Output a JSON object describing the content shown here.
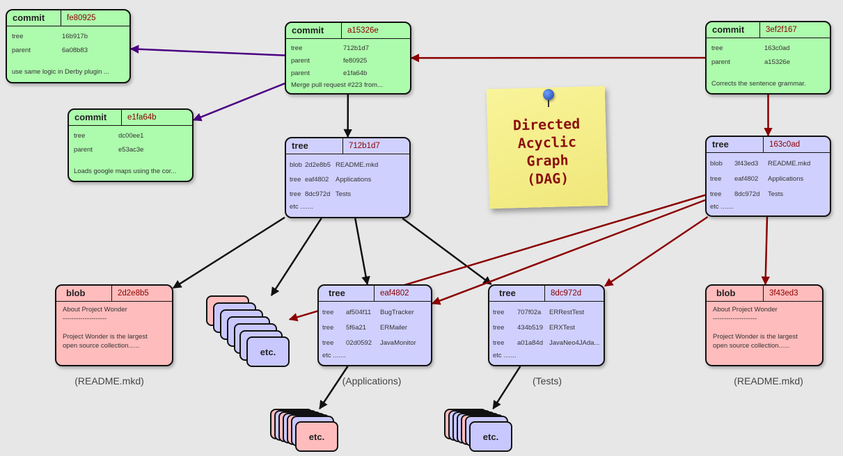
{
  "commits": [
    {
      "id": "c_fe80925",
      "kind": "commit",
      "hash": "fe80925",
      "rows": [
        [
          "tree",
          "16b917b"
        ],
        [
          "parent",
          "6a08b83"
        ]
      ],
      "message": "use same logic in Derby plugin ..."
    },
    {
      "id": "c_e1fa64b",
      "kind": "commit",
      "hash": "e1fa64b",
      "rows": [
        [
          "tree",
          "dc00ee1"
        ],
        [
          "parent",
          "e53ac3e"
        ]
      ],
      "message": "Loads google maps using the cor..."
    },
    {
      "id": "c_a15326e",
      "kind": "commit",
      "hash": "a15326e",
      "rows": [
        [
          "tree",
          "712b1d7"
        ],
        [
          "parent",
          "fe80925"
        ],
        [
          "parent",
          "e1fa64b"
        ]
      ],
      "message": "Merge pull request #223 from..."
    },
    {
      "id": "c_3ef2f167",
      "kind": "commit",
      "hash": "3ef2f167",
      "rows": [
        [
          "tree",
          "163c0ad"
        ],
        [
          "parent",
          "a15326e"
        ]
      ],
      "message": "Corrects the sentence grammar."
    }
  ],
  "trees": [
    {
      "id": "t_712b1d7",
      "kind": "tree",
      "hash": "712b1d7",
      "rows": [
        [
          "blob",
          "2d2e8b5",
          "README.mkd"
        ],
        [
          "tree",
          "eaf4802",
          "Applications"
        ],
        [
          "tree",
          "8dc972d",
          "Tests"
        ]
      ],
      "etc": "etc ......."
    },
    {
      "id": "t_163c0ad",
      "kind": "tree",
      "hash": "163c0ad",
      "rows": [
        [
          "blob",
          "3f43ed3",
          "README.mkd"
        ],
        [
          "tree",
          "eaf4802",
          "Applications"
        ],
        [
          "tree",
          "8dc972d",
          "Tests"
        ]
      ],
      "etc": "etc ......."
    },
    {
      "id": "t_eaf4802",
      "kind": "tree",
      "hash": "eaf4802",
      "rows": [
        [
          "tree",
          "af504f11",
          "BugTracker"
        ],
        [
          "tree",
          "5f6a21",
          "ERMailer"
        ],
        [
          "tree",
          "02d0592",
          "JavaMonitor"
        ]
      ],
      "etc": "etc ......."
    },
    {
      "id": "t_8dc972d",
      "kind": "tree",
      "hash": "8dc972d",
      "rows": [
        [
          "tree",
          "707f02a",
          "ERRestTest"
        ],
        [
          "tree",
          "434b519",
          "ERXTest"
        ],
        [
          "tree",
          "a01a84d",
          "JavaNeo4JAda..."
        ]
      ],
      "etc": "etc ......."
    }
  ],
  "blobs": [
    {
      "id": "b_2d2e8b5",
      "kind": "blob",
      "hash": "2d2e8b5",
      "text": "About Project Wonder\n--------------------\n\nProject Wonder is the largest\nopen source collection......"
    },
    {
      "id": "b_3f43ed3",
      "kind": "blob",
      "hash": "3f43ed3",
      "text": "About Project Wonder\n--------------------\n\nProject Wonder is the largest\nopen source collection......"
    }
  ],
  "captions": {
    "readme_left": "(README.mkd)",
    "applications": "(Applications)",
    "tests": "(Tests)",
    "readme_right": "(README.mkd)"
  },
  "stack_label": "etc.",
  "note": {
    "lines": [
      "Directed",
      "Acyclic",
      "Graph",
      "(DAG)"
    ]
  },
  "edges": [
    {
      "from": "c_a15326e",
      "to": "c_fe80925",
      "color": "#4b0082"
    },
    {
      "from": "c_a15326e",
      "to": "c_e1fa64b",
      "color": "#4b0082"
    },
    {
      "from": "c_3ef2f167",
      "to": "c_a15326e",
      "color": "#8b0000"
    },
    {
      "from": "c_a15326e",
      "to": "t_712b1d7",
      "color": "#111111"
    },
    {
      "from": "c_3ef2f167",
      "to": "t_163c0ad",
      "color": "#8b0000"
    },
    {
      "from": "t_712b1d7",
      "to": "b_2d2e8b5",
      "color": "#111111"
    },
    {
      "from": "t_712b1d7",
      "to": "stack_mid",
      "color": "#111111"
    },
    {
      "from": "t_712b1d7",
      "to": "t_eaf4802",
      "color": "#111111"
    },
    {
      "from": "t_712b1d7",
      "to": "t_8dc972d",
      "color": "#111111"
    },
    {
      "from": "t_163c0ad",
      "to": "stack_mid",
      "color": "#8b0000"
    },
    {
      "from": "t_163c0ad",
      "to": "t_eaf4802",
      "color": "#8b0000"
    },
    {
      "from": "t_163c0ad",
      "to": "t_8dc972d",
      "color": "#8b0000"
    },
    {
      "from": "t_163c0ad",
      "to": "b_3f43ed3",
      "color": "#8b0000"
    },
    {
      "from": "t_eaf4802",
      "to": "stack_apps",
      "color": "#111111"
    },
    {
      "from": "t_8dc972d",
      "to": "stack_tests",
      "color": "#111111"
    }
  ],
  "colors": {
    "commit": "#adfbad",
    "tree": "#d0d0ff",
    "blob": "#ffbcbc",
    "hash": "#8b0000",
    "purple_edge": "#4b0082",
    "red_edge": "#8b0000"
  }
}
